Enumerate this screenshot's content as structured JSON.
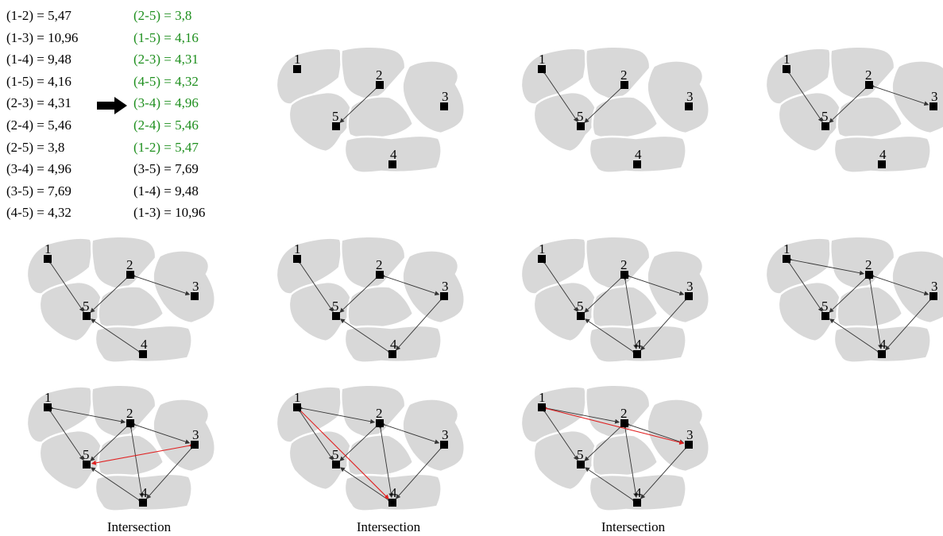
{
  "edge_list_original": [
    "(1-2) = 5,47",
    "(1-3) = 10,96",
    "(1-4) = 9,48",
    "(1-5) = 4,16",
    "(2-3) = 4,31",
    "(2-4) = 5,46",
    "(2-5) = 3,8",
    "(3-4) = 4,96",
    "(3-5) = 7,69",
    "(4-5) = 4,32"
  ],
  "edge_list_sorted": [
    {
      "text": "(2-5) = 3,8",
      "accepted": true
    },
    {
      "text": "(1-5) = 4,16",
      "accepted": true
    },
    {
      "text": "(2-3) = 4,31",
      "accepted": true
    },
    {
      "text": "(4-5) = 4,32",
      "accepted": true
    },
    {
      "text": "(3-4) = 4,96",
      "accepted": true
    },
    {
      "text": "(2-4) = 5,46",
      "accepted": true
    },
    {
      "text": "(1-2) = 5,47",
      "accepted": true
    },
    {
      "text": "(3-5) = 7,69",
      "accepted": false
    },
    {
      "text": "(1-4) = 9,48",
      "accepted": false
    },
    {
      "text": "(1-3) = 10,96",
      "accepted": false
    }
  ],
  "colors": {
    "accepted": "#1e8f1e",
    "default": "#000000",
    "rejected_edge": "#e02020",
    "region_fill": "#d8d8d8",
    "edge": "#333333"
  },
  "node_labels": [
    "1",
    "2",
    "3",
    "4",
    "5"
  ],
  "steps": [
    {
      "edges": [
        [
          "2",
          "5"
        ]
      ],
      "rejected": [],
      "caption": ""
    },
    {
      "edges": [
        [
          "2",
          "5"
        ],
        [
          "1",
          "5"
        ]
      ],
      "rejected": [],
      "caption": ""
    },
    {
      "edges": [
        [
          "2",
          "5"
        ],
        [
          "1",
          "5"
        ],
        [
          "2",
          "3"
        ]
      ],
      "rejected": [],
      "caption": ""
    },
    {
      "edges": [
        [
          "2",
          "5"
        ],
        [
          "1",
          "5"
        ],
        [
          "2",
          "3"
        ],
        [
          "4",
          "5"
        ]
      ],
      "rejected": [],
      "caption": ""
    },
    {
      "edges": [
        [
          "2",
          "5"
        ],
        [
          "1",
          "5"
        ],
        [
          "2",
          "3"
        ],
        [
          "4",
          "5"
        ],
        [
          "3",
          "4"
        ]
      ],
      "rejected": [],
      "caption": ""
    },
    {
      "edges": [
        [
          "2",
          "5"
        ],
        [
          "1",
          "5"
        ],
        [
          "2",
          "3"
        ],
        [
          "4",
          "5"
        ],
        [
          "3",
          "4"
        ],
        [
          "2",
          "4"
        ]
      ],
      "rejected": [],
      "caption": ""
    },
    {
      "edges": [
        [
          "2",
          "5"
        ],
        [
          "1",
          "5"
        ],
        [
          "2",
          "3"
        ],
        [
          "4",
          "5"
        ],
        [
          "3",
          "4"
        ],
        [
          "2",
          "4"
        ],
        [
          "1",
          "2"
        ]
      ],
      "rejected": [],
      "caption": ""
    },
    {
      "edges": [
        [
          "2",
          "5"
        ],
        [
          "1",
          "5"
        ],
        [
          "2",
          "3"
        ],
        [
          "4",
          "5"
        ],
        [
          "3",
          "4"
        ],
        [
          "2",
          "4"
        ],
        [
          "1",
          "2"
        ]
      ],
      "rejected": [
        [
          "3",
          "5"
        ]
      ],
      "caption": "Intersection"
    },
    {
      "edges": [
        [
          "2",
          "5"
        ],
        [
          "1",
          "5"
        ],
        [
          "2",
          "3"
        ],
        [
          "4",
          "5"
        ],
        [
          "3",
          "4"
        ],
        [
          "2",
          "4"
        ],
        [
          "1",
          "2"
        ]
      ],
      "rejected": [
        [
          "1",
          "4"
        ]
      ],
      "caption": "Intersection"
    },
    {
      "edges": [
        [
          "2",
          "5"
        ],
        [
          "1",
          "5"
        ],
        [
          "2",
          "3"
        ],
        [
          "4",
          "5"
        ],
        [
          "3",
          "4"
        ],
        [
          "2",
          "4"
        ],
        [
          "1",
          "2"
        ]
      ],
      "rejected": [
        [
          "1",
          "3"
        ]
      ],
      "caption": "Intersection"
    }
  ]
}
